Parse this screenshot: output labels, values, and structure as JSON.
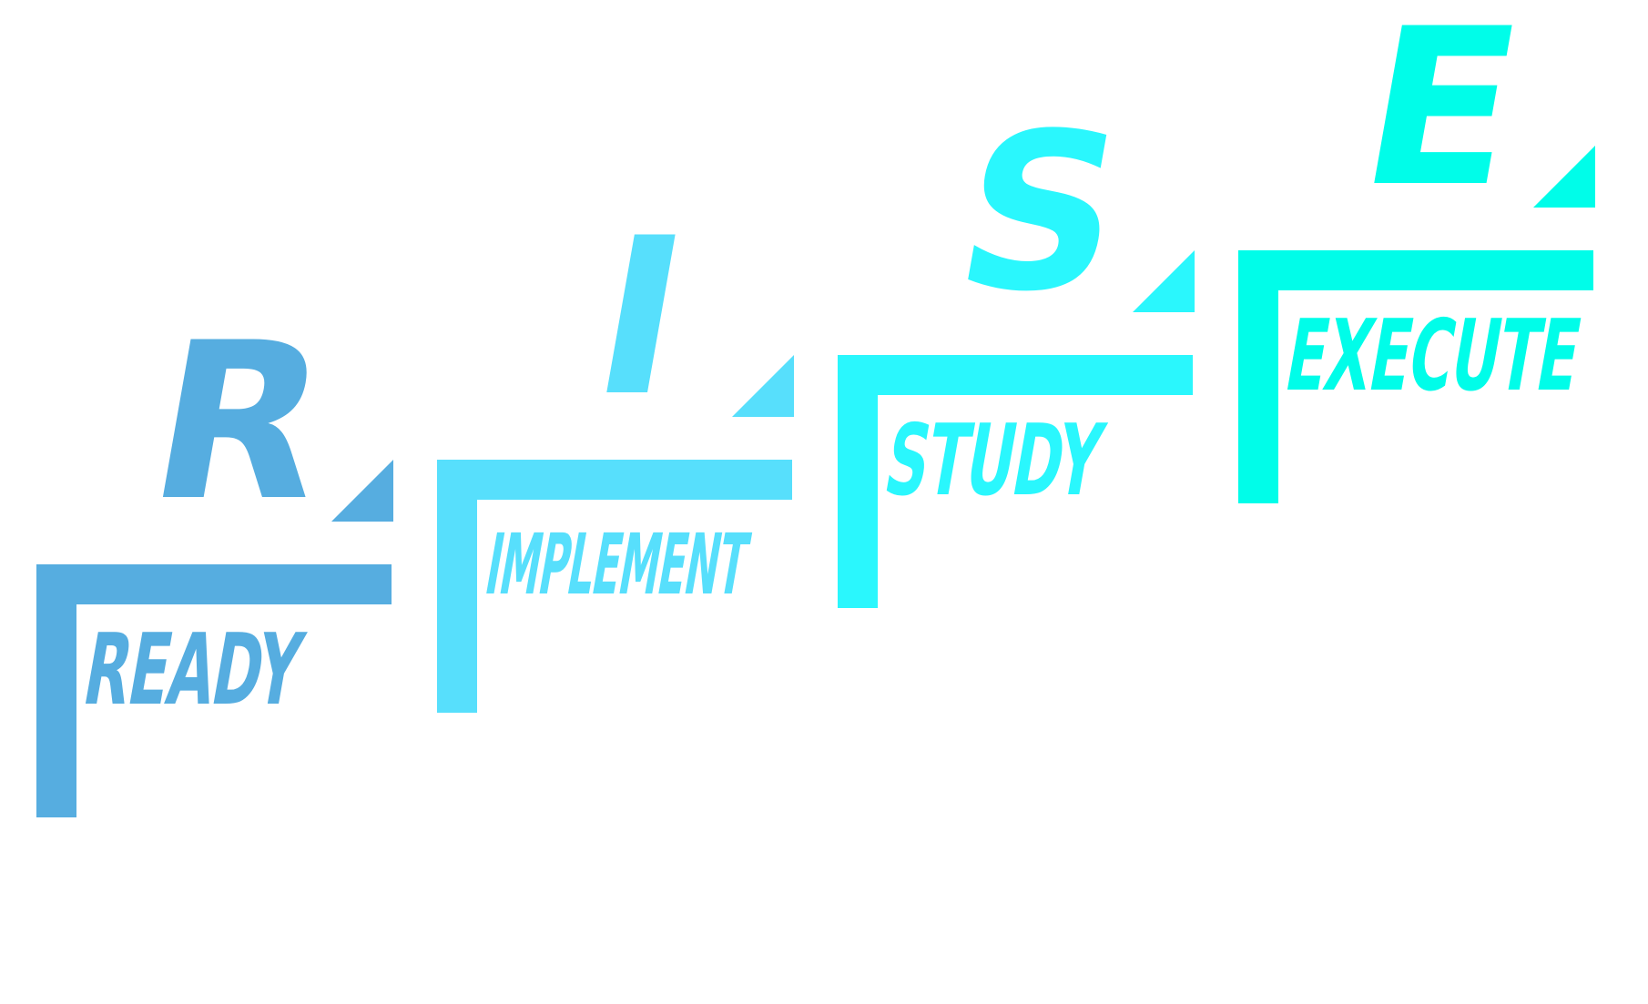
{
  "steps": [
    {
      "letter": "R",
      "word": "READY",
      "color": "#56ade0"
    },
    {
      "letter": "I",
      "word": "IMPLEMENT",
      "color": "#57dffc"
    },
    {
      "letter": "S",
      "word": "STUDY",
      "color": "#2af7fd"
    },
    {
      "letter": "E",
      "word": "EXECUTE",
      "color": "#00fde9"
    }
  ]
}
